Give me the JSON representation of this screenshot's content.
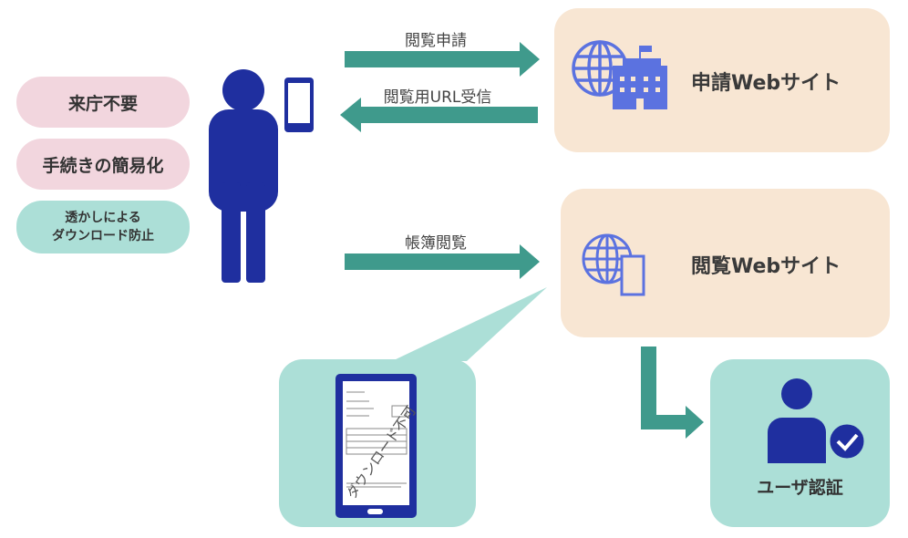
{
  "benefits": [
    "来庁不要",
    "手続きの簡易化"
  ],
  "watermark_benefit": [
    "透かしによる",
    "ダウンロード防止"
  ],
  "arrows": {
    "request": "閲覧申請",
    "receive_url": "閲覧用URL受信",
    "view_ledger": "帳簿閲覧"
  },
  "sites": {
    "application": "申請Webサイト",
    "viewing": "閲覧Webサイト"
  },
  "user_auth": "ユーザ認証",
  "watermark_text": "ダウンロード不可",
  "colors": {
    "pink": "#f2d6de",
    "mint": "#acdfd7",
    "peach": "#f8e6d3",
    "arrow": "#3f9a8c",
    "navy": "#1f2f9f",
    "icon": "#5b72e0"
  }
}
